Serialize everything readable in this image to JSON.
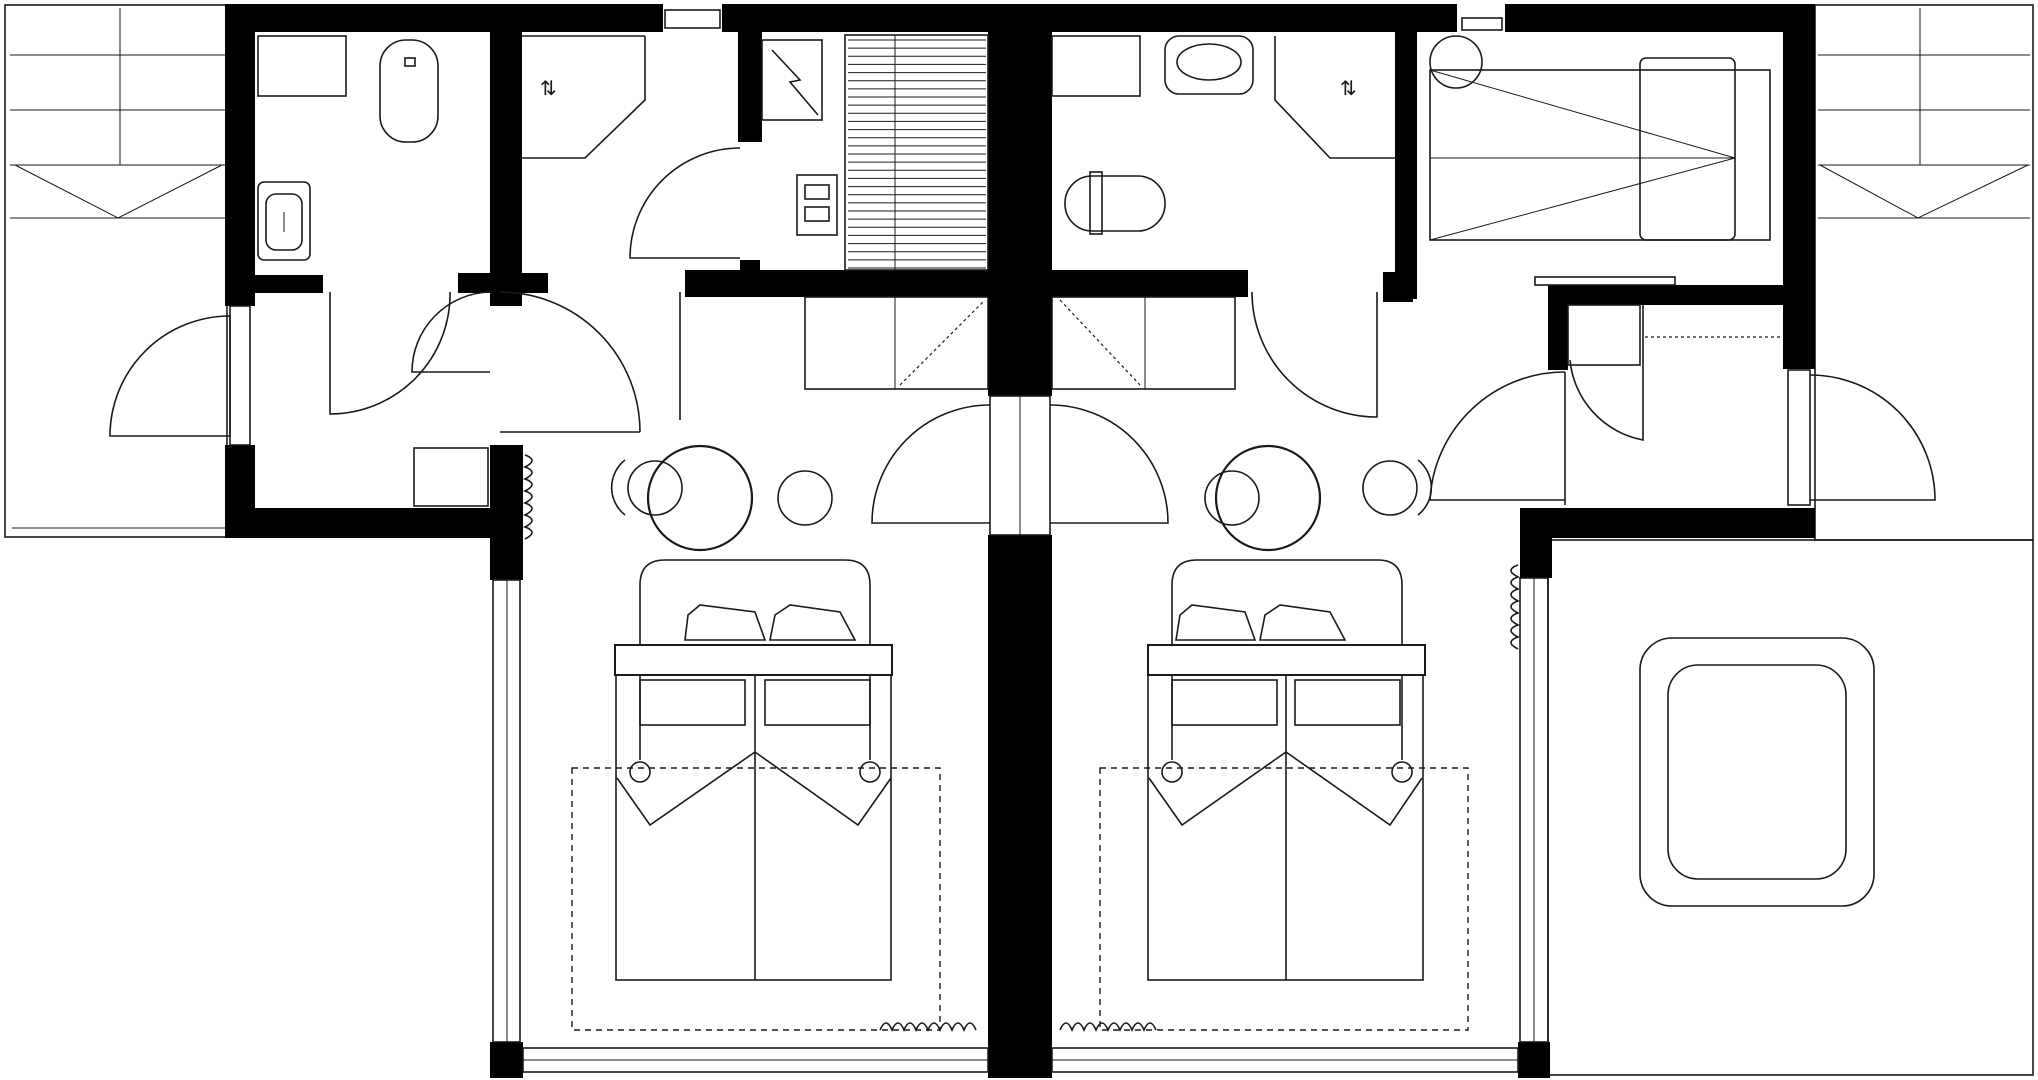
{
  "drawing": {
    "kind": "architectural floor plan",
    "colors": {
      "wall": "#000000",
      "line": "#1a1a1a",
      "background": "#ffffff"
    },
    "units": [
      "left-unit",
      "right-unit"
    ]
  }
}
